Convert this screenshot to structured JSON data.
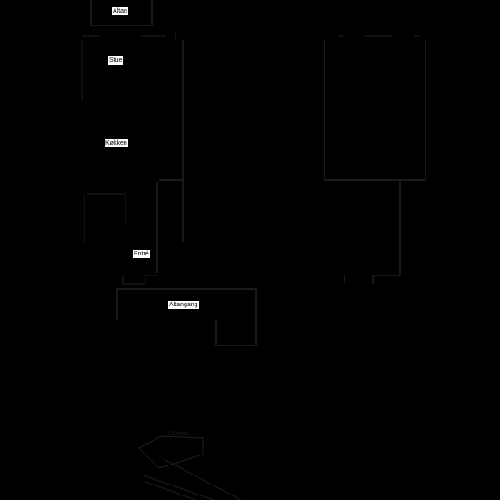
{
  "plan": {
    "rooms": {
      "altan": "Altan",
      "stue": "Stue",
      "kokken": "Køkken",
      "entre": "Entré",
      "altangang": "Altangang"
    },
    "small_label": "Cykelsmø",
    "colors": {
      "background": "#000000",
      "label_background": "#ffffff",
      "label_text": "#000000",
      "lines": "#2a2a2a"
    }
  }
}
